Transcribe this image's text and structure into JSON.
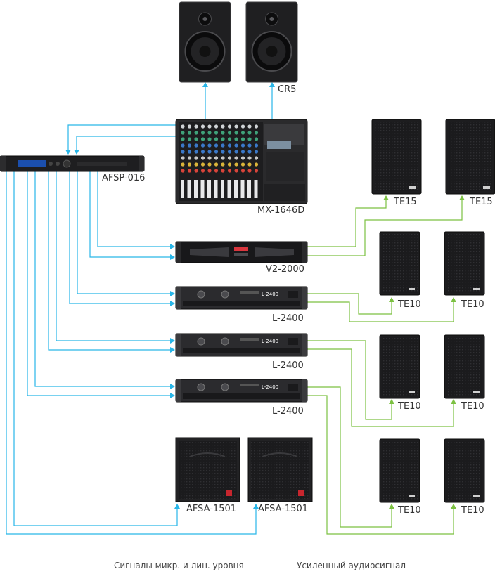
{
  "colors": {
    "signal": "#29b6e8",
    "amplified": "#7cc142",
    "device_dark": "#1c1c1e",
    "device_mid": "#3a3a3c"
  },
  "devices": {
    "monitor": "CR5",
    "processor": "AFSP-016",
    "mixer": "MX-1646D",
    "amp_v2": "V2-2000",
    "amp_1": "L-2400",
    "amp_2": "L-2400",
    "amp_3": "L-2400",
    "sub_1": "AFSA-1501",
    "sub_2": "AFSA-1501",
    "te15_1": "TE15",
    "te15_2": "TE15",
    "te10_1": "TE10",
    "te10_2": "TE10",
    "te10_3": "TE10",
    "te10_4": "TE10",
    "te10_5": "TE10",
    "te10_6": "TE10"
  },
  "amp_badge": "L-2400",
  "legend": {
    "signal": "Сигналы микр. и лин. уровня",
    "amplified": "Усиленный аудиосигнал"
  }
}
